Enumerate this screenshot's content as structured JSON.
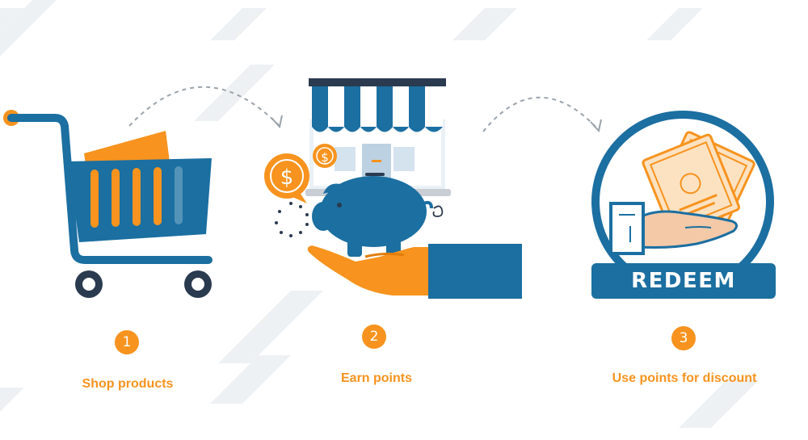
{
  "colors": {
    "primary_blue": "#1b6fa1",
    "accent_orange": "#f7931e",
    "navy": "#2a3a4f",
    "skin": "#f3c9a8",
    "ticket": "#fde2c2",
    "stripe": "#eceff2"
  },
  "icons": [
    "shopping-cart-icon",
    "storefront-icon",
    "piggy-bank-icon",
    "dollar-coin-icon",
    "hand-icon",
    "redeem-tickets-icon"
  ],
  "badge": {
    "text": "REDEEM"
  },
  "coins": {
    "symbol": "$"
  },
  "steps": [
    {
      "number": "1",
      "label": "Shop products"
    },
    {
      "number": "2",
      "label": "Earn points"
    },
    {
      "number": "3",
      "label": "Use points for discount"
    }
  ]
}
